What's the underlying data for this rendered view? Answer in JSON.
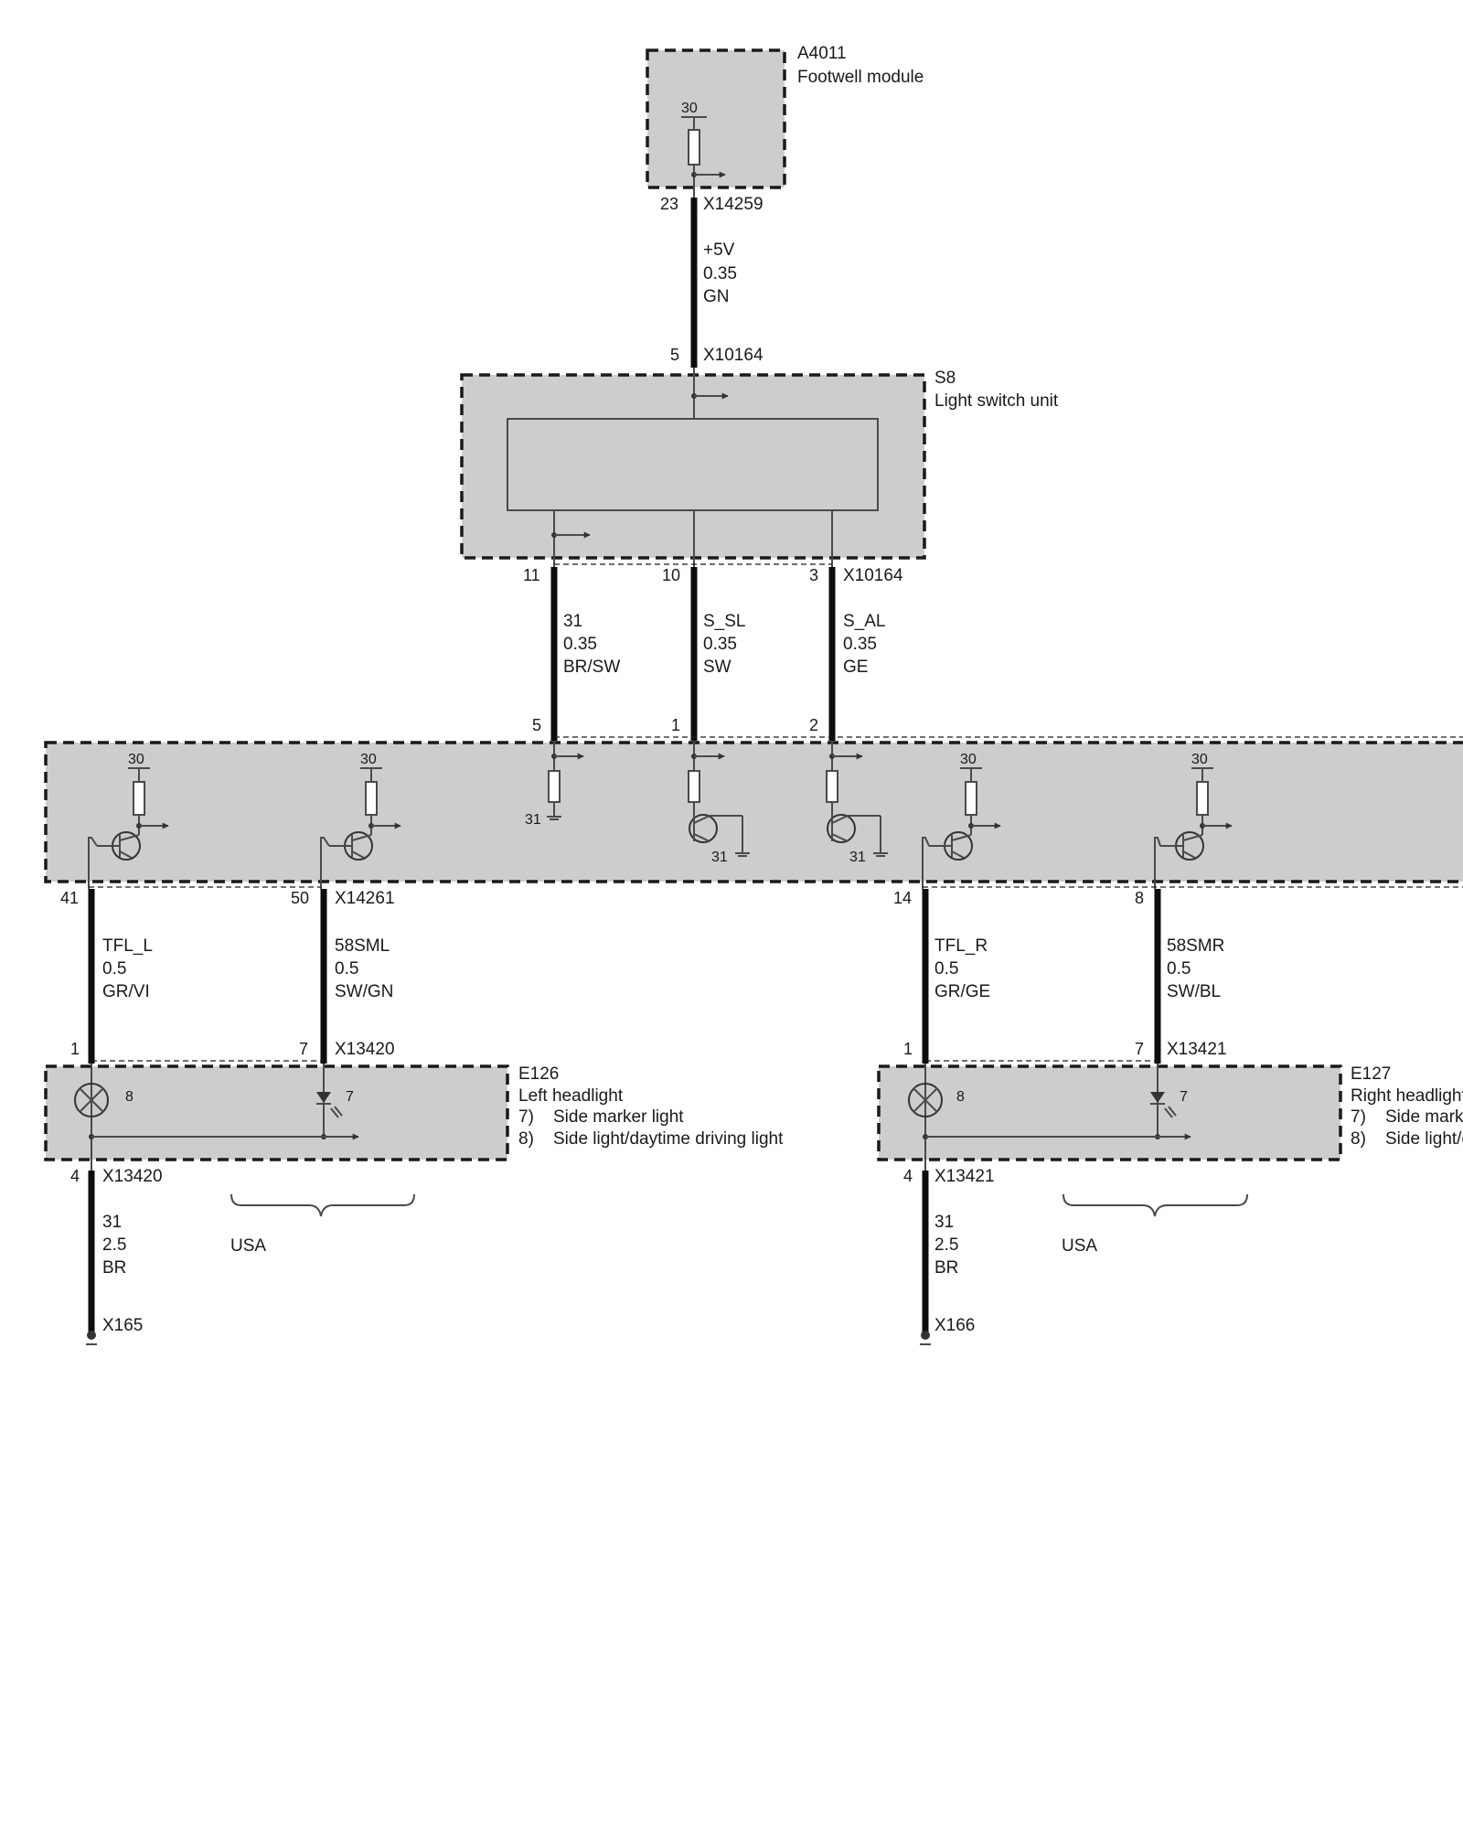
{
  "a4011": {
    "id": "A4011",
    "name": "Footwell module",
    "supply": "30",
    "pin": "23",
    "connector": "X14259"
  },
  "wire_5v": {
    "signal": "+5V",
    "gauge": "0.35",
    "color": "GN"
  },
  "s8": {
    "id": "S8",
    "name": "Light switch unit",
    "pin_in": "5",
    "connector_in": "X10164",
    "pins_out": [
      "11",
      "10",
      "3"
    ],
    "connector_out": "X10164"
  },
  "wires_s8": [
    {
      "signal": "31",
      "gauge": "0.35",
      "color": "BR/SW",
      "pin": "5"
    },
    {
      "signal": "S_SL",
      "gauge": "0.35",
      "color": "SW",
      "pin": "1"
    },
    {
      "signal": "S_AL",
      "gauge": "0.35",
      "color": "GE",
      "pin": "2"
    }
  ],
  "module": {
    "supply_labels": [
      "30",
      "30",
      "30",
      "30"
    ],
    "ground_labels": [
      "31",
      "31",
      "31"
    ],
    "pins_out": [
      "41",
      "50",
      "14",
      "8"
    ],
    "connector_out": "X14261"
  },
  "wires_lights": [
    {
      "signal": "TFL_L",
      "gauge": "0.5",
      "color": "GR/VI"
    },
    {
      "signal": "58SML",
      "gauge": "0.5",
      "color": "SW/GN"
    },
    {
      "signal": "TFL_R",
      "gauge": "0.5",
      "color": "GR/GE"
    },
    {
      "signal": "58SMR",
      "gauge": "0.5",
      "color": "SW/BL"
    }
  ],
  "e126": {
    "id": "E126",
    "name": "Left headlight",
    "legend_7_num": "7)",
    "legend_7": "Side marker light",
    "legend_8_num": "8)",
    "legend_8": "Side light/daytime driving light",
    "pin_a": "1",
    "pin_b": "7",
    "connector": "X13420",
    "lamp_num": "8",
    "led_num": "7",
    "pin_ground": "4",
    "connector_ground": "X13420",
    "market": "USA",
    "ground_wire": {
      "signal": "31",
      "gauge": "2.5",
      "color": "BR"
    },
    "ground_point": "X165"
  },
  "e127": {
    "id": "E127",
    "name": "Right headlight",
    "legend_7_num": "7)",
    "legend_7": "Side marker light",
    "legend_8_num": "8)",
    "legend_8": "Side light/daytime driving light",
    "pin_a": "1",
    "pin_b": "7",
    "connector": "X13421",
    "lamp_num": "8",
    "led_num": "7",
    "pin_ground": "4",
    "connector_ground": "X13421",
    "market": "USA",
    "ground_wire": {
      "signal": "31",
      "gauge": "2.5",
      "color": "BR"
    },
    "ground_point": "X166"
  },
  "colors": {
    "box_fill": "#cdcdcd",
    "wire": "#0d0d0d",
    "line": "#4a4a4a"
  }
}
